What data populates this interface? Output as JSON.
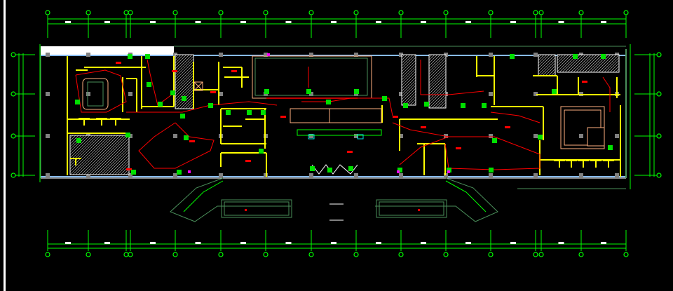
{
  "drawing": {
    "type": "cad-floor-plan",
    "background": "#000000",
    "colors": {
      "grid": "#00ff00",
      "wall": "#ffff00",
      "wiring": "#ff0000",
      "device": "#00e000",
      "outline": "#4a8f5a",
      "hatch": "#ffffff",
      "furniture": "#ffb080",
      "glazing": "#88bbee",
      "column": "#808080",
      "accent": "#ff00ff"
    },
    "icons": {
      "grid-bubble": "circle-marker",
      "door-swing": "arc",
      "equipment-box": "x-box"
    }
  }
}
